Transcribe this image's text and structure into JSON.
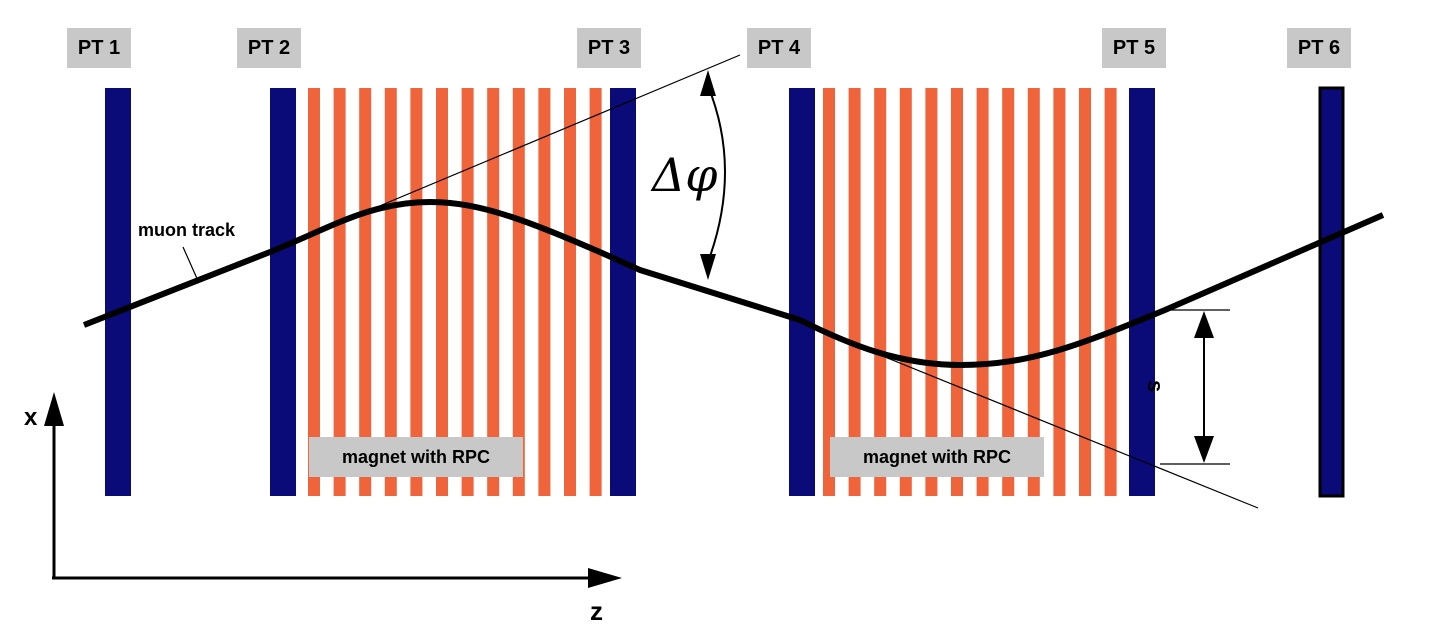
{
  "stations": [
    {
      "label": "PT 1"
    },
    {
      "label": "PT 2"
    },
    {
      "label": "PT 3"
    },
    {
      "label": "PT 4"
    },
    {
      "label": "PT 5"
    },
    {
      "label": "PT 6"
    }
  ],
  "magnets": [
    {
      "label": "magnet with RPC"
    },
    {
      "label": "magnet with RPC"
    }
  ],
  "track_label": "muon track",
  "angle_label": "Δφ",
  "sagitta_label": "s",
  "axes": {
    "x_label": "x",
    "z_label": "z"
  },
  "colors": {
    "station": "#0a0a78",
    "rpc": "#f0643c",
    "label_bg": "#c8c8c8",
    "track": "#000000"
  }
}
